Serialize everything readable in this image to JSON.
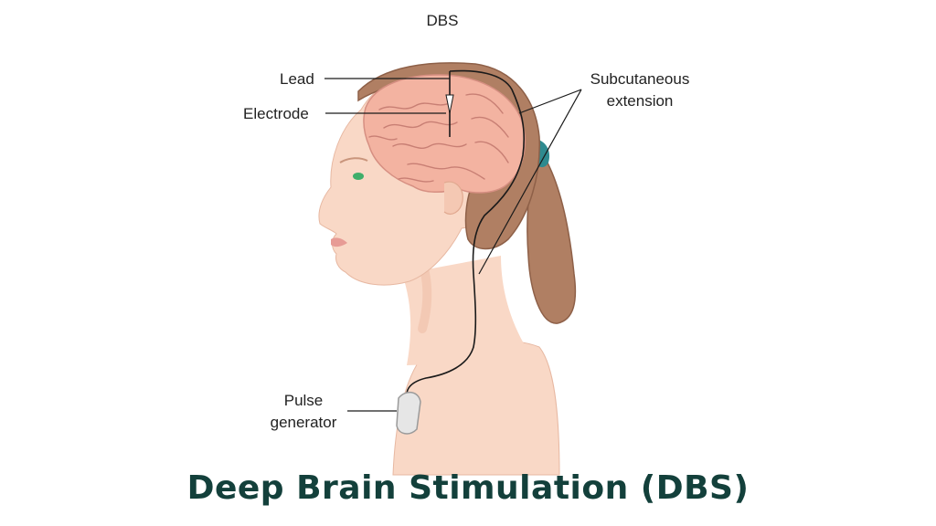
{
  "diagram": {
    "caption": "DBS",
    "labels": {
      "lead": "Lead",
      "electrode": "Electrode",
      "subcutaneous_line1": "Subcutaneous",
      "subcutaneous_line2": "extension",
      "pulse_line1": "Pulse",
      "pulse_line2": "generator"
    }
  },
  "footer": {
    "title": "Deep Brain Stimulation (DBS)"
  },
  "colors": {
    "skin": "#f9d8c6",
    "skin_shadow": "#efbfa8",
    "hair": "#b07f63",
    "hair_dark": "#8e6048",
    "brain": "#f3b3a1",
    "brain_fold": "#c87f74",
    "hair_tie": "#2f8a8f",
    "eye": "#3fae6a",
    "lips": "#e79b95",
    "device": "#e6e6e6",
    "title_text": "#13403b"
  }
}
